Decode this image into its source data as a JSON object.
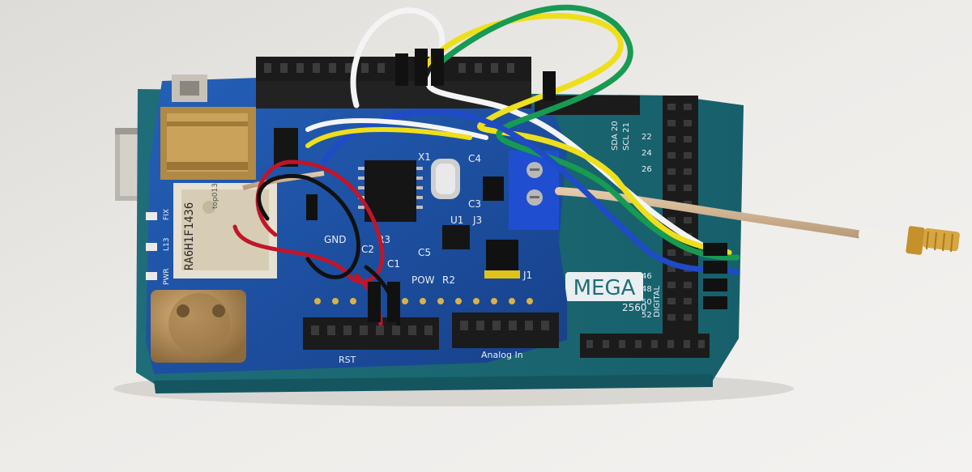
{
  "labels": {
    "mega": "MEGA",
    "model": "2560",
    "digital": "DIGITAL",
    "gnd": "GND",
    "pow": "POW",
    "r2": "R2",
    "j1": "J1",
    "j3": "J3",
    "u1": "U1",
    "x1": "X1",
    "c1": "C1",
    "c2": "C2",
    "c3": "C3",
    "c4": "C4",
    "c5": "C5",
    "r3": "R3",
    "rst": "RST",
    "analog_in": "Analog In",
    "gps_code": "RA6H1F1436",
    "gps_top": "top013",
    "pwr": "PWR",
    "l13": "L13",
    "fix": "FIX",
    "sda": "SDA 20",
    "scl": "SCL 21",
    "pin22": "22",
    "pin24": "24",
    "pin26": "26",
    "pin46": "46",
    "pin48": "48",
    "pin50": "50",
    "pin52": "52"
  },
  "colors": {
    "mega_board": "#1f6f7a",
    "shield_board": "#1f4f9e",
    "terminal_block": "#1f4fd0",
    "header": "#1b1b1b",
    "coin_cell": "#b58a52",
    "background": "#e9e7e3"
  }
}
